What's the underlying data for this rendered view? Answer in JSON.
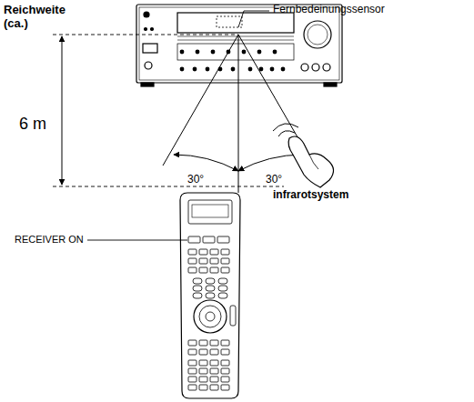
{
  "diagram": {
    "labels": [
      "Reichweite (ca.)",
      "Fernbedeinungssensor",
      "6 m",
      "30°",
      "30°",
      "RECEIVER ON",
      "infrarotsystem"
    ]
  }
}
